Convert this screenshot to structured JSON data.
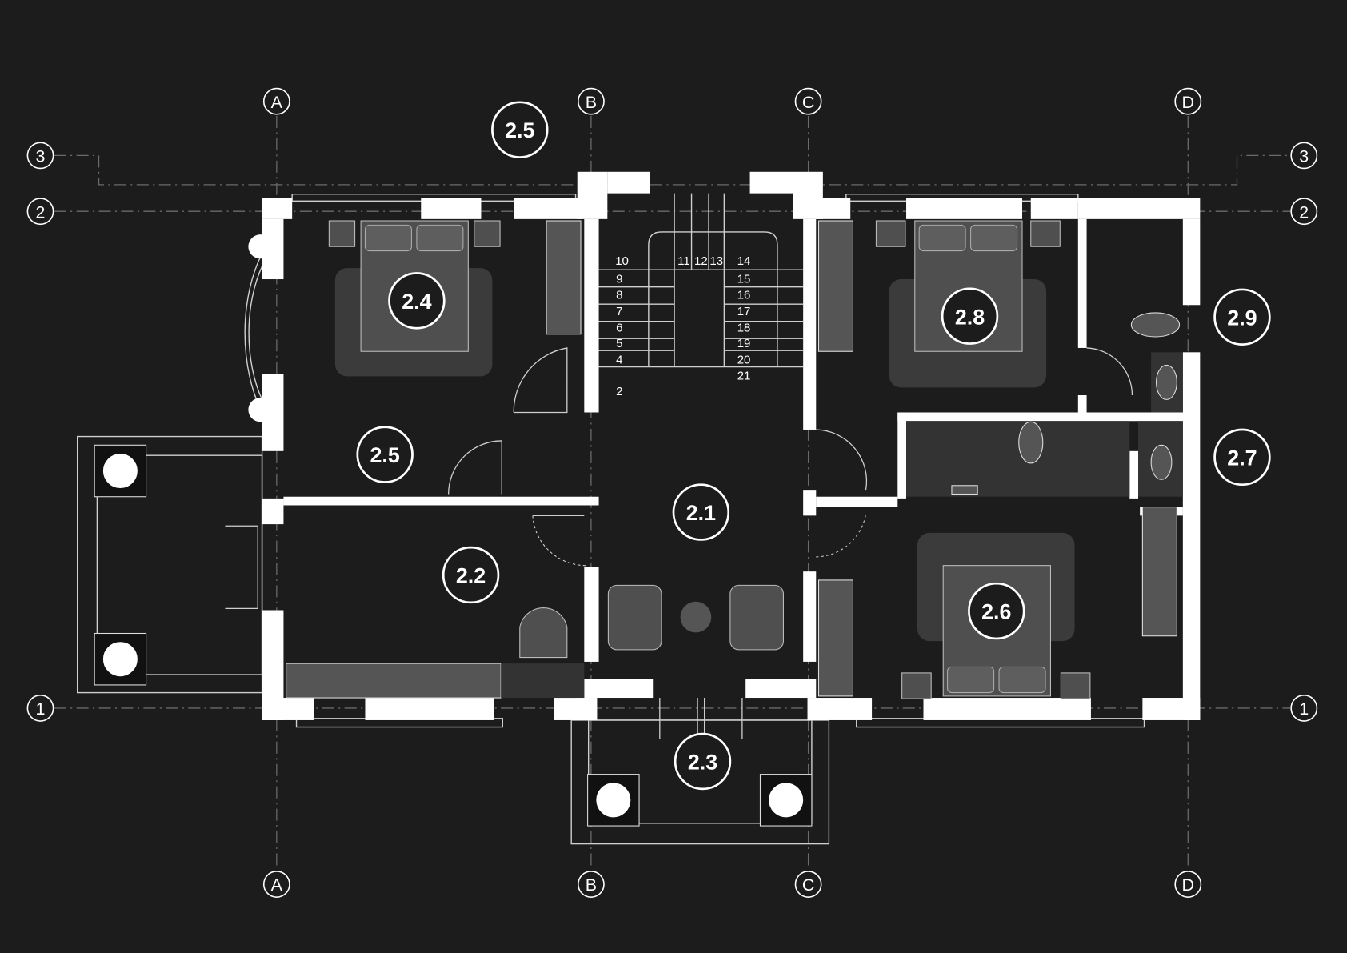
{
  "title_label": "2.5",
  "grid": {
    "columns": [
      "A",
      "B",
      "C",
      "D"
    ],
    "rows": [
      "3",
      "2",
      "1"
    ]
  },
  "rooms": {
    "r24": "2.4",
    "r28": "2.8",
    "r29": "2.9",
    "r25": "2.5",
    "r21": "2.1",
    "r27": "2.7",
    "r22": "2.2",
    "r26": "2.6",
    "r23": "2.3"
  },
  "stairs": {
    "left": [
      "10",
      "9",
      "8",
      "7",
      "6",
      "5",
      "4",
      "2"
    ],
    "middle": [
      "11",
      "12",
      "13"
    ],
    "right": [
      "14",
      "15",
      "16",
      "17",
      "18",
      "19",
      "20",
      "21"
    ]
  },
  "colors": {
    "background": "#1c1c1c",
    "walls": "#ffffff",
    "furniture": "#4f4f4f"
  }
}
